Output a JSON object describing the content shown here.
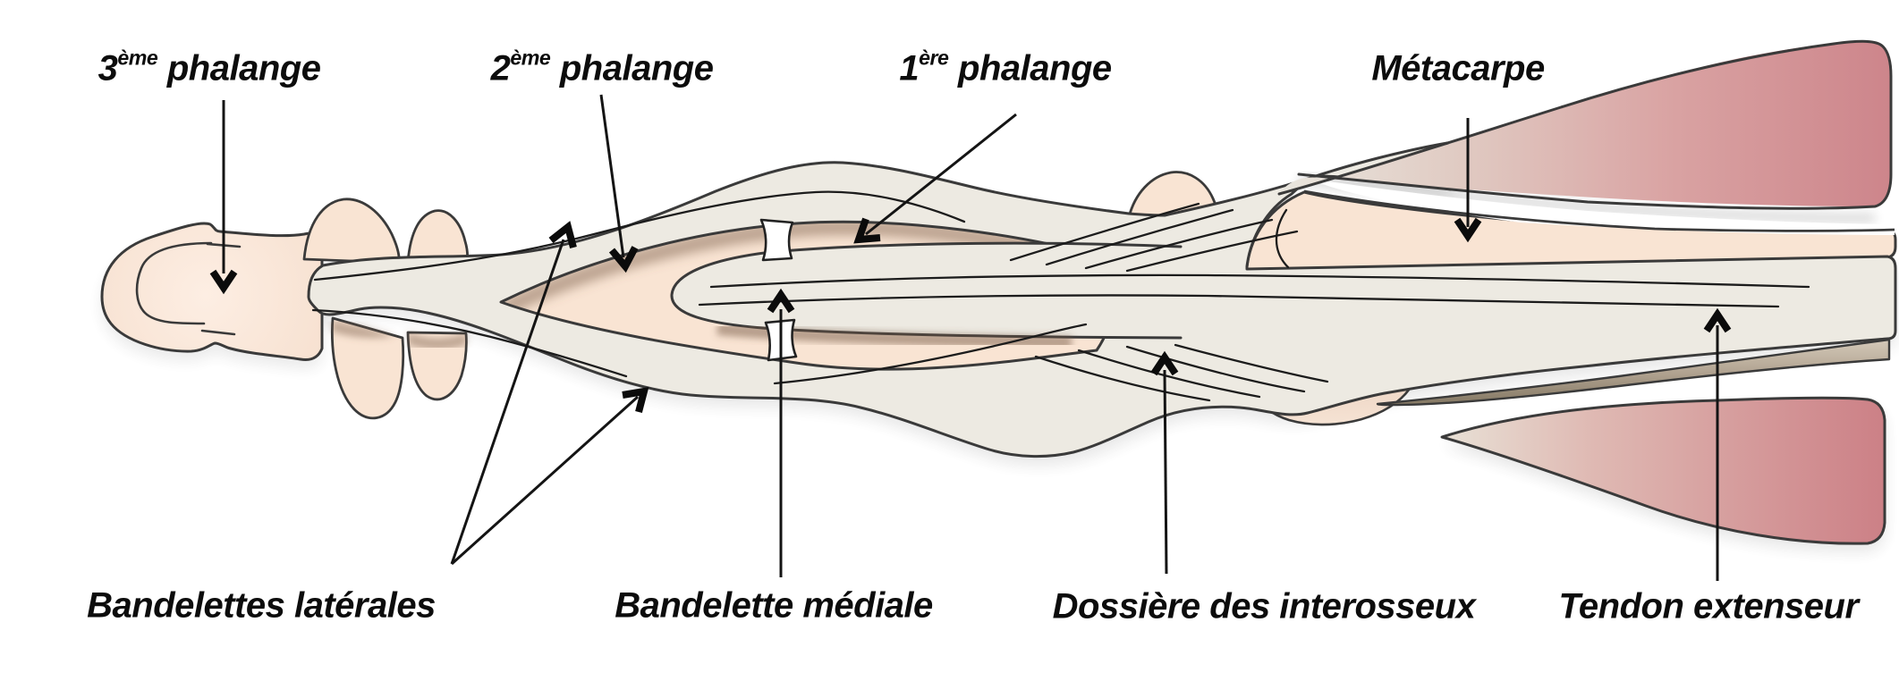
{
  "colors": {
    "background": "#ffffff",
    "bone_fill": "#f9e4d3",
    "tendon_fill": "#edeae2",
    "muscle_pink": "#cd858b",
    "rod_taupe": "#8d8172",
    "outline": "#3a3a3a",
    "label_text": "#0c0c0c",
    "insertion_tab": "#ffffff"
  },
  "diagram": {
    "top_labels": [
      {
        "id": "phalange-3",
        "pre": "3",
        "sup": "ème",
        "post": " phalange"
      },
      {
        "id": "phalange-2",
        "pre": "2",
        "sup": "ème",
        "post": " phalange"
      },
      {
        "id": "phalange-1",
        "pre": "1",
        "sup": "ère",
        "post": " phalange"
      },
      {
        "id": "metacarpe",
        "pre": "Métacarpe",
        "sup": "",
        "post": ""
      }
    ],
    "bottom_labels": [
      {
        "id": "bandelettes-laterales",
        "pre": "Bandelettes latérales",
        "sup": "",
        "post": ""
      },
      {
        "id": "bandelette-mediale",
        "pre": "Bandelette médiale",
        "sup": "",
        "post": ""
      },
      {
        "id": "dossiere-des-interosseux",
        "pre": "Dossière des interosseux",
        "sup": "",
        "post": ""
      },
      {
        "id": "tendon-extenseur",
        "pre": "Tendon extenseur",
        "sup": "",
        "post": ""
      }
    ]
  }
}
